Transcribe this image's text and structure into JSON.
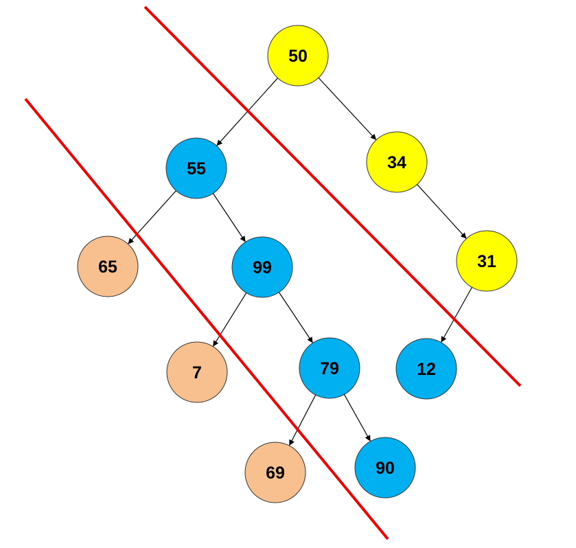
{
  "colors": {
    "yellow": "#FFFF00",
    "blue": "#00B0F0",
    "peach": "#F8BF8F",
    "cut": "#F00000"
  },
  "nodes": [
    {
      "id": "n50",
      "label": "50",
      "color": "yellow"
    },
    {
      "id": "n55",
      "label": "55",
      "color": "blue"
    },
    {
      "id": "n34",
      "label": "34",
      "color": "yellow"
    },
    {
      "id": "n65",
      "label": "65",
      "color": "peach"
    },
    {
      "id": "n99",
      "label": "99",
      "color": "blue"
    },
    {
      "id": "n31",
      "label": "31",
      "color": "yellow"
    },
    {
      "id": "n7",
      "label": "7",
      "color": "peach"
    },
    {
      "id": "n79",
      "label": "79",
      "color": "blue"
    },
    {
      "id": "n12",
      "label": "12",
      "color": "blue"
    },
    {
      "id": "n69",
      "label": "69",
      "color": "peach"
    },
    {
      "id": "n90",
      "label": "90",
      "color": "blue"
    }
  ],
  "edges": [
    [
      "n50",
      "n55"
    ],
    [
      "n50",
      "n34"
    ],
    [
      "n55",
      "n65"
    ],
    [
      "n55",
      "n99"
    ],
    [
      "n99",
      "n7"
    ],
    [
      "n99",
      "n79"
    ],
    [
      "n79",
      "n69"
    ],
    [
      "n79",
      "n90"
    ],
    [
      "n34",
      "n31"
    ],
    [
      "n31",
      "n12"
    ]
  ]
}
